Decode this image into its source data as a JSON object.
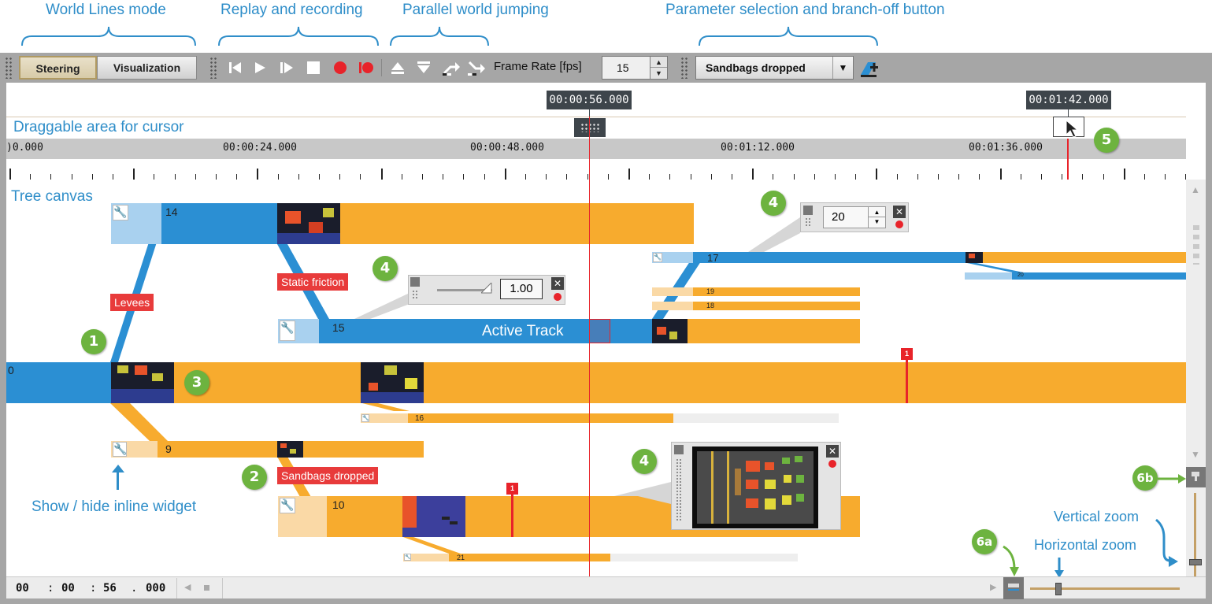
{
  "annotations": {
    "world_lines_mode": "World Lines mode",
    "replay_recording": "Replay and recording",
    "parallel_jumping": "Parallel world jumping",
    "param_selection": "Parameter selection and branch-off button",
    "draggable_area": "Draggable area for cursor",
    "tree_canvas": "Tree canvas",
    "show_hide_widget": "Show / hide inline widget",
    "vertical_zoom": "Vertical zoom",
    "horizontal_zoom": "Horizontal zoom"
  },
  "callouts": [
    "1",
    "2",
    "3",
    "4",
    "4",
    "4",
    "5",
    "6a",
    "6b"
  ],
  "toolbar": {
    "steering_label": "Steering",
    "visualization_label": "Visualization",
    "frame_rate_label": "Frame Rate [fps]",
    "frame_rate_value": "15",
    "parameter_value": "Sandbags dropped"
  },
  "timeline": {
    "cursor_time": "00:00:56.000",
    "hover_time": "00:01:42.000",
    "ruler_labels": [
      ")0.000",
      "00:00:24.000",
      "00:00:48.000",
      "00:01:12.000",
      "00:01:36.000"
    ]
  },
  "tree": {
    "track_numbers": [
      "0",
      "14",
      "15",
      "17",
      "19",
      "18",
      "16",
      "9",
      "10",
      "21",
      "20"
    ],
    "tags": [
      "Levees",
      "Static friction",
      "Sandbags dropped"
    ],
    "active_track_label": "Active Track",
    "marker_label": "1"
  },
  "widgets": {
    "slider_value": "1.00",
    "spinner_value": "20",
    "close_glyph": "✕"
  },
  "bottom_bar": {
    "hours": "00",
    "minutes": "00",
    "seconds": "56",
    "millis": "000",
    "sep1": ":",
    "sep2": ":",
    "sep3": "."
  },
  "colors": {
    "blue_track": "#2b8fd3",
    "orange_track": "#f7ab2e",
    "tag_red": "#e83b3b",
    "callout_green": "#6db33f",
    "annotation_blue": "#2f8ec9"
  }
}
